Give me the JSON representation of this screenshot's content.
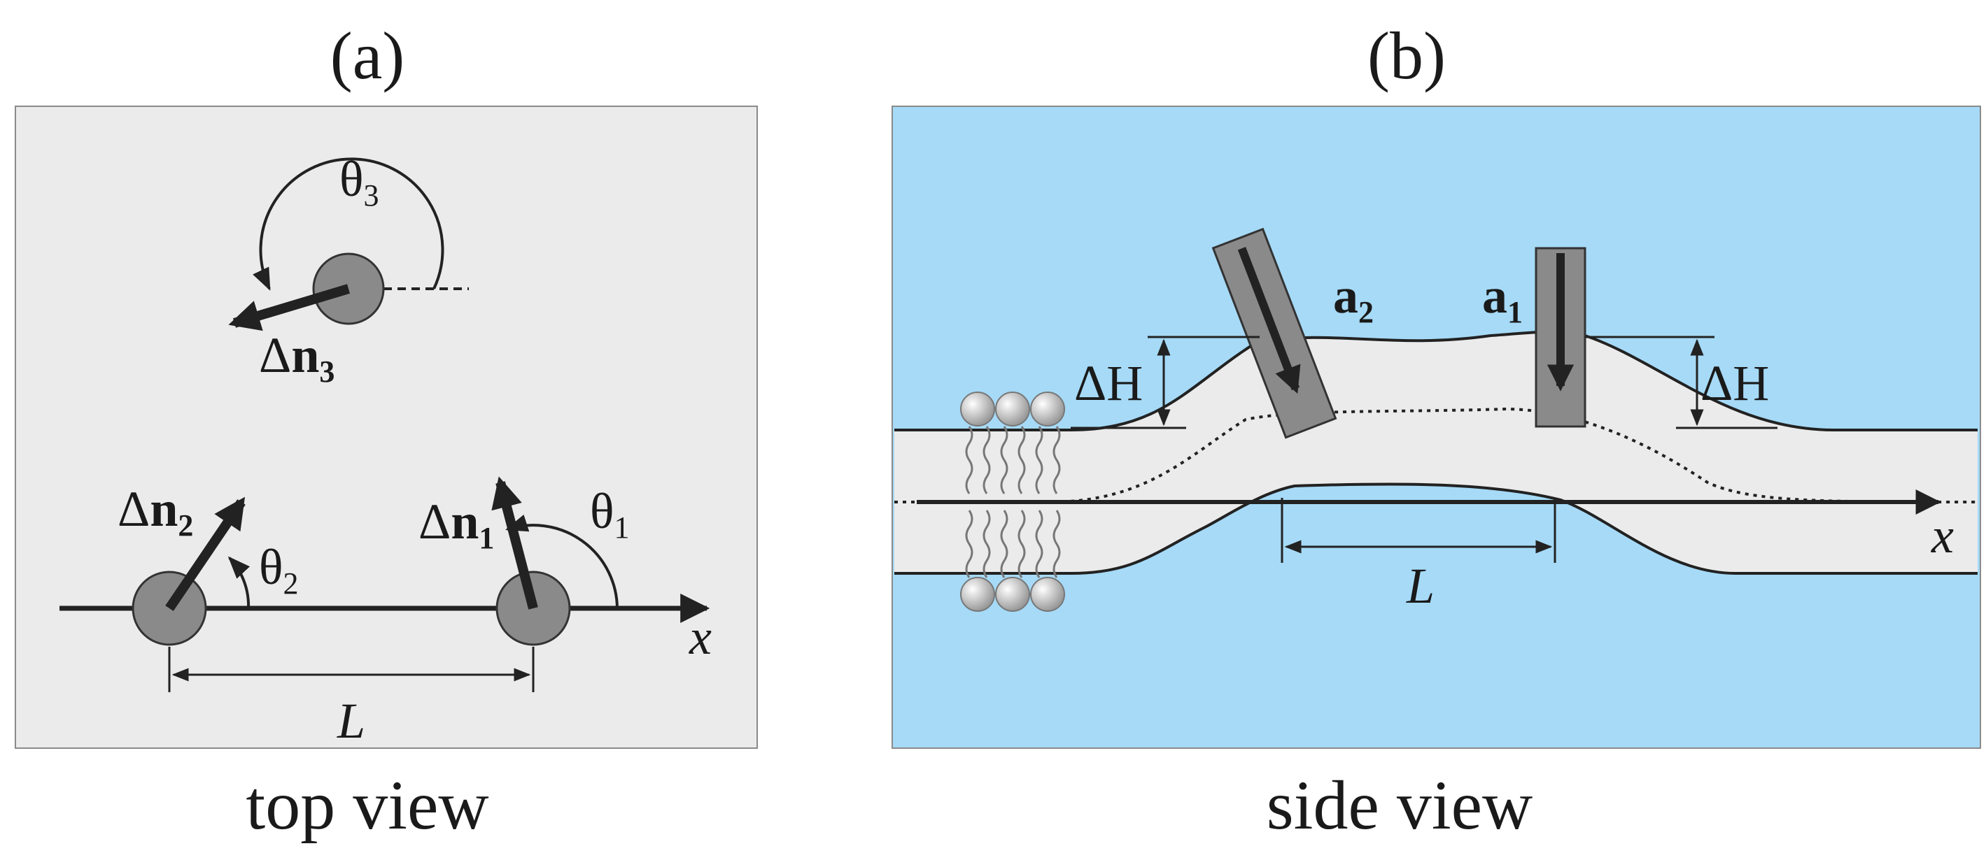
{
  "panel_a": {
    "label": "(a)",
    "caption": "top view",
    "theta3": {
      "base": "θ",
      "sub": "3"
    },
    "theta2": {
      "base": "θ",
      "sub": "2"
    },
    "theta1": {
      "base": "θ",
      "sub": "1"
    },
    "dn3": {
      "delta": "Δ",
      "n": "n",
      "sub": "3"
    },
    "dn2": {
      "delta": "Δ",
      "n": "n",
      "sub": "2"
    },
    "dn1": {
      "delta": "Δ",
      "n": "n",
      "sub": "1"
    },
    "distance": "L",
    "axis": "x",
    "colors": {
      "background": "#ebebeb",
      "inclusion": "#8a8a8a"
    }
  },
  "panel_b": {
    "label": "(b)",
    "caption": "side view",
    "a2": {
      "base": "a",
      "sub": "2"
    },
    "a1": {
      "base": "a",
      "sub": "1"
    },
    "height_left": "ΔH",
    "height_right": "ΔH",
    "distance": "L",
    "axis": "x",
    "colors": {
      "water": "#a6daf7",
      "membrane": "#ebebeb",
      "rod": "#8a8a8a"
    }
  }
}
